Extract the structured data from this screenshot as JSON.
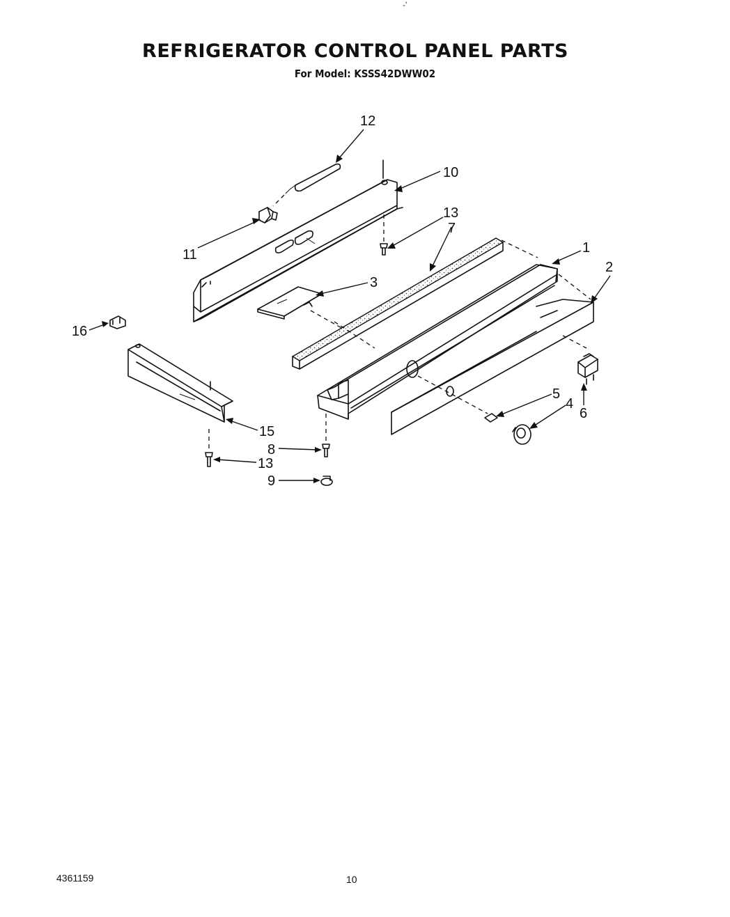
{
  "header": {
    "title": "REFRIGERATOR CONTROL PANEL PARTS",
    "subtitle": "For Model: KSSS42DWW02",
    "top_mark": "-'"
  },
  "footer": {
    "doc_number": "4361159",
    "page_number": "10"
  },
  "callouts": {
    "c1": "1",
    "c2": "2",
    "c3": "3",
    "c4": "4",
    "c5": "5",
    "c6": "6",
    "c7": "7",
    "c8": "8",
    "c9": "9",
    "c10": "10",
    "c11": "11",
    "c12": "12",
    "c13a": "13",
    "c13b": "13",
    "c15": "15",
    "c16": "16"
  }
}
